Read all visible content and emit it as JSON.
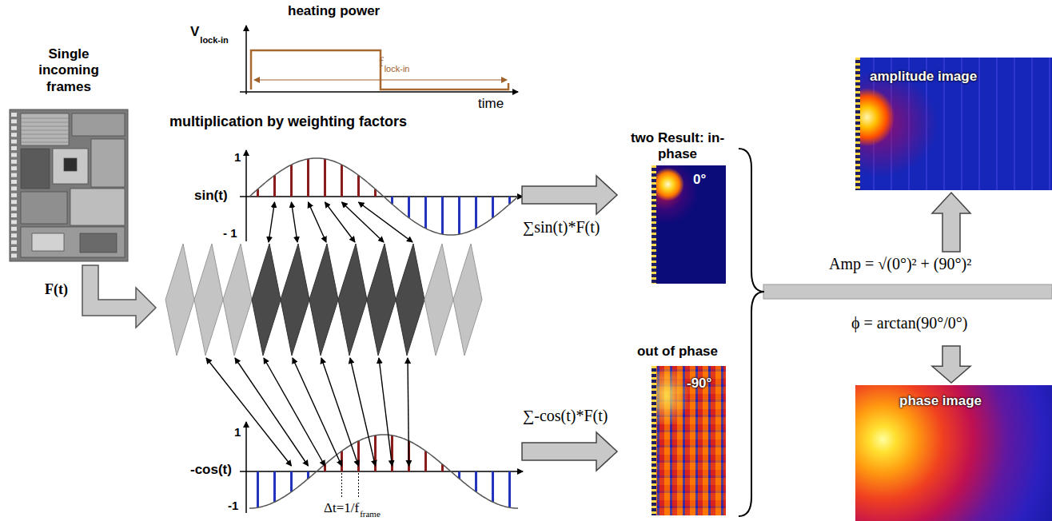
{
  "diagram": {
    "nodes": [
      {
        "text": [
          "Single incoming frames"
        ]
      },
      {
        "text": [
          "sin(t)"
        ]
      },
      {
        "text": [
          "-cos(t)"
        ]
      },
      {
        "text": [
          "two Result: in-phase",
          "0°"
        ]
      },
      {
        "text": [
          "out of phase",
          "-90°"
        ]
      },
      {
        "text": [
          "Amp = √(0°)² + (90°)²",
          "ϕ = arctan(90°/0°)"
        ]
      },
      {
        "text": [
          "amplitude image"
        ]
      },
      {
        "text": [
          "phase image"
        ]
      }
    ],
    "edges": [
      {
        "from": 1,
        "to": 3,
        "arrow": "to",
        "label": "∑sin(t)*F(t)"
      },
      {
        "from": 2,
        "to": 4,
        "arrow": "to",
        "label": "∑-cos(t)*F(t)"
      },
      {
        "from": 5,
        "to": 6,
        "arrow": "to"
      },
      {
        "from": 5,
        "to": 7,
        "arrow": "to"
      }
    ],
    "labels": [
      "heating power",
      "V",
      "lock-in",
      "time",
      "f",
      "lock-in",
      "multiplication by weighting factors",
      "1",
      "- 1",
      "F(t)",
      "1",
      "-1",
      "Δt=1/f",
      "frame"
    ]
  }
}
